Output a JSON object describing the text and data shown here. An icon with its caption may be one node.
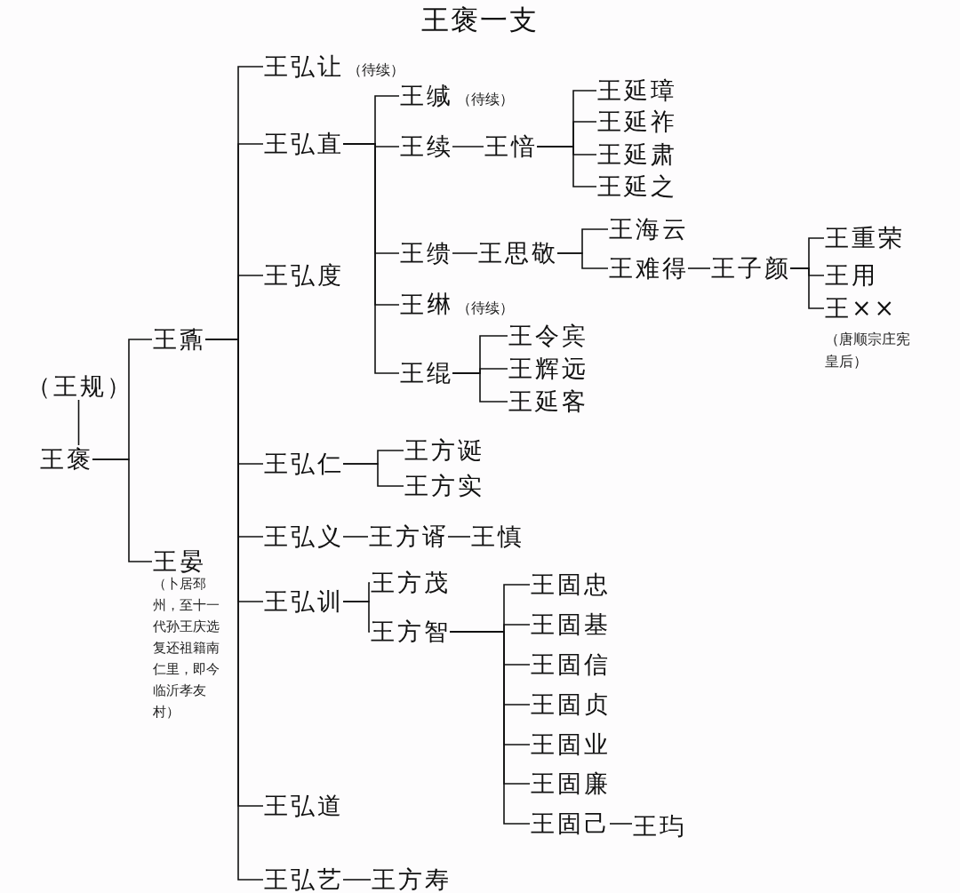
{
  "diagram": {
    "title": "王褒一支",
    "nodes": [
      {
        "text": [
          "（王规）"
        ]
      },
      {
        "text": [
          "王褒"
        ]
      },
      {
        "text": [
          "王鼒"
        ]
      },
      {
        "text": [
          "王晏"
        ],
        "beside": [
          "（卜居邳州，至十一代孙王庆选复还祖籍南仁里，即今临沂孝友村）"
        ]
      },
      {
        "text": [
          "王弘让"
        ],
        "beside": [
          "（待续）"
        ]
      },
      {
        "text": [
          "王弘直"
        ]
      },
      {
        "text": [
          "王弘度"
        ]
      },
      {
        "text": [
          "王弘仁"
        ]
      },
      {
        "text": [
          "王弘义"
        ]
      },
      {
        "text": [
          "王弘训"
        ]
      },
      {
        "text": [
          "王弘道"
        ]
      },
      {
        "text": [
          "王弘艺"
        ]
      },
      {
        "text": [
          "王缄"
        ],
        "beside": [
          "（待续）"
        ]
      },
      {
        "text": [
          "王续"
        ]
      },
      {
        "text": [
          "王愔"
        ]
      },
      {
        "text": [
          "王延璋"
        ]
      },
      {
        "text": [
          "王延祚"
        ]
      },
      {
        "text": [
          "王延肃"
        ]
      },
      {
        "text": [
          "王延之"
        ]
      },
      {
        "text": [
          "王缋"
        ]
      },
      {
        "text": [
          "王思敬"
        ]
      },
      {
        "text": [
          "王海云"
        ]
      },
      {
        "text": [
          "王难得"
        ]
      },
      {
        "text": [
          "王子颜"
        ]
      },
      {
        "text": [
          "王重荣"
        ]
      },
      {
        "text": [
          "王用"
        ]
      },
      {
        "text": [
          "王××"
        ],
        "beside": [
          "（唐顺宗庄宪皇后）"
        ]
      },
      {
        "text": [
          "王𬘭"
        ],
        "beside": [
          "（待续）"
        ]
      },
      {
        "text": [
          "王绲"
        ]
      },
      {
        "text": [
          "王令宾"
        ]
      },
      {
        "text": [
          "王辉远"
        ]
      },
      {
        "text": [
          "王延客"
        ]
      },
      {
        "text": [
          "王方诞"
        ]
      },
      {
        "text": [
          "王方实"
        ]
      },
      {
        "text": [
          "王方谞"
        ]
      },
      {
        "text": [
          "王慎"
        ]
      },
      {
        "text": [
          "王方茂"
        ]
      },
      {
        "text": [
          "王方智"
        ]
      },
      {
        "text": [
          "王固忠"
        ]
      },
      {
        "text": [
          "王固基"
        ]
      },
      {
        "text": [
          "王固信"
        ]
      },
      {
        "text": [
          "王固贞"
        ]
      },
      {
        "text": [
          "王固业"
        ]
      },
      {
        "text": [
          "王固廉"
        ]
      },
      {
        "text": [
          "王固己"
        ]
      },
      {
        "text": [
          "王玙"
        ]
      },
      {
        "text": [
          "王方寿"
        ]
      }
    ],
    "edges": [
      {
        "from": 0,
        "to": 1,
        "arrow": "none"
      },
      {
        "from": 1,
        "to": 2,
        "arrow": "none"
      },
      {
        "from": 1,
        "to": 3,
        "arrow": "none"
      },
      {
        "from": 2,
        "to": 4,
        "arrow": "none"
      },
      {
        "from": 2,
        "to": 5,
        "arrow": "none"
      },
      {
        "from": 2,
        "to": 6,
        "arrow": "none"
      },
      {
        "from": 2,
        "to": 7,
        "arrow": "none"
      },
      {
        "from": 2,
        "to": 8,
        "arrow": "none"
      },
      {
        "from": 2,
        "to": 9,
        "arrow": "none"
      },
      {
        "from": 2,
        "to": 10,
        "arrow": "none"
      },
      {
        "from": 2,
        "to": 11,
        "arrow": "none"
      },
      {
        "from": 5,
        "to": 12,
        "arrow": "none"
      },
      {
        "from": 5,
        "to": 13,
        "arrow": "none"
      },
      {
        "from": 5,
        "to": 19,
        "arrow": "none"
      },
      {
        "from": 5,
        "to": 27,
        "arrow": "none"
      },
      {
        "from": 5,
        "to": 28,
        "arrow": "none"
      },
      {
        "from": 13,
        "to": 14,
        "arrow": "none"
      },
      {
        "from": 14,
        "to": 15,
        "arrow": "none"
      },
      {
        "from": 14,
        "to": 16,
        "arrow": "none"
      },
      {
        "from": 14,
        "to": 17,
        "arrow": "none"
      },
      {
        "from": 14,
        "to": 18,
        "arrow": "none"
      },
      {
        "from": 19,
        "to": 20,
        "arrow": "none"
      },
      {
        "from": 20,
        "to": 21,
        "arrow": "none"
      },
      {
        "from": 20,
        "to": 22,
        "arrow": "none"
      },
      {
        "from": 22,
        "to": 23,
        "arrow": "none"
      },
      {
        "from": 23,
        "to": 24,
        "arrow": "none"
      },
      {
        "from": 23,
        "to": 25,
        "arrow": "none"
      },
      {
        "from": 23,
        "to": 26,
        "arrow": "none"
      },
      {
        "from": 28,
        "to": 29,
        "arrow": "none"
      },
      {
        "from": 28,
        "to": 30,
        "arrow": "none"
      },
      {
        "from": 28,
        "to": 31,
        "arrow": "none"
      },
      {
        "from": 7,
        "to": 32,
        "arrow": "none"
      },
      {
        "from": 7,
        "to": 33,
        "arrow": "none"
      },
      {
        "from": 8,
        "to": 34,
        "arrow": "none"
      },
      {
        "from": 34,
        "to": 35,
        "arrow": "none"
      },
      {
        "from": 9,
        "to": 36,
        "arrow": "none"
      },
      {
        "from": 9,
        "to": 37,
        "arrow": "none"
      },
      {
        "from": 37,
        "to": 38,
        "arrow": "none"
      },
      {
        "from": 37,
        "to": 39,
        "arrow": "none"
      },
      {
        "from": 37,
        "to": 40,
        "arrow": "none"
      },
      {
        "from": 37,
        "to": 41,
        "arrow": "none"
      },
      {
        "from": 37,
        "to": 42,
        "arrow": "none"
      },
      {
        "from": 37,
        "to": 43,
        "arrow": "none"
      },
      {
        "from": 37,
        "to": 44,
        "arrow": "none"
      },
      {
        "from": 44,
        "to": 45,
        "arrow": "none"
      },
      {
        "from": 11,
        "to": 46,
        "arrow": "none"
      }
    ]
  }
}
